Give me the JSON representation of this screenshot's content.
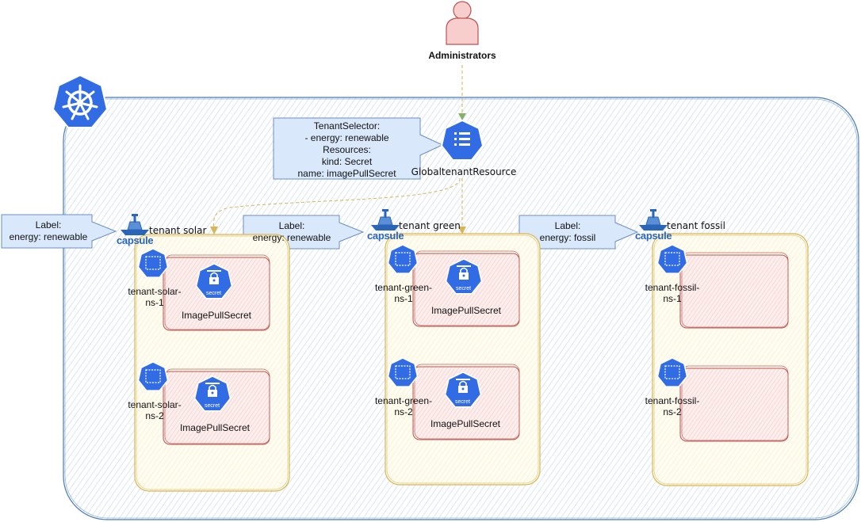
{
  "administrator": {
    "label": "Administrators"
  },
  "global_resource": {
    "label": "GlobaltenantResource",
    "callout": [
      "TenantSelector:",
      "- energy: renewable",
      "Resources:",
      "kind: Secret",
      "name: imagePullSecret"
    ]
  },
  "capsule_word": "capsule",
  "secret_icon_text": "secret",
  "tenants": [
    {
      "name": "tenant solar",
      "label_lines": [
        "Label:",
        "energy: renewable"
      ],
      "namespaces": [
        {
          "name": "tenant-solar-ns-1",
          "secret": "ImagePullSecret"
        },
        {
          "name": "tenant-solar-ns-2",
          "secret": "ImagePullSecret"
        }
      ]
    },
    {
      "name": "tenant green",
      "label_lines": [
        "Label:",
        "energy: renewable"
      ],
      "namespaces": [
        {
          "name": "tenant-green-ns-1",
          "secret": "ImagePullSecret"
        },
        {
          "name": "tenant-green-ns-2",
          "secret": "ImagePullSecret"
        }
      ]
    },
    {
      "name": "tenant fossil",
      "label_lines": [
        "Label:",
        "energy: fossil"
      ],
      "namespaces": [
        {
          "name": "tenant-fossil-ns-1",
          "secret": ""
        },
        {
          "name": "tenant-fossil-ns-2",
          "secret": ""
        }
      ]
    }
  ],
  "colors": {
    "cluster_border": "#4a7bb7",
    "cluster_fill": "#e9f0f8",
    "k8s_blue": "#326ce5",
    "tenant_border": "#d6b656",
    "tenant_fill": "#fff4c9",
    "ns_border": "#b85450",
    "ns_fill": "#f8cecc",
    "callout_fill": "#dae8fc",
    "callout_border": "#6c8ebf",
    "arrow_yellow": "#d6b656",
    "arrow_green": "#82b366",
    "admin_fill": "#f8cecc",
    "admin_border": "#b85450"
  }
}
